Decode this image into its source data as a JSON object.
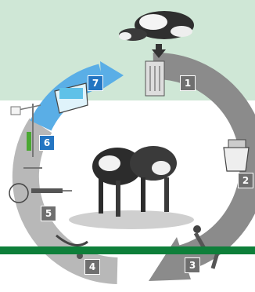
{
  "colors": {
    "top_band": "#cfe7d6",
    "arrow_gray": "#8b8b8b",
    "arrow_light": "#b8b8b8",
    "arrow_blue": "#5aaee6",
    "badge_dark": "#6f6f6f",
    "badge_blue": "#2475c2",
    "bar_green": "#0e7f3a"
  },
  "steps": [
    {
      "label": "1",
      "icon": "tube-rack-icon"
    },
    {
      "label": "2",
      "icon": "cooler-icon"
    },
    {
      "label": "3",
      "icon": "person-kneeling-icon"
    },
    {
      "label": "4",
      "icon": "cow-tail-icon"
    },
    {
      "label": "5",
      "icon": "person-syringe-icon"
    },
    {
      "label": "6",
      "icon": "pipette-stand-icon"
    },
    {
      "label": "7",
      "icon": "tray-icon"
    }
  ]
}
